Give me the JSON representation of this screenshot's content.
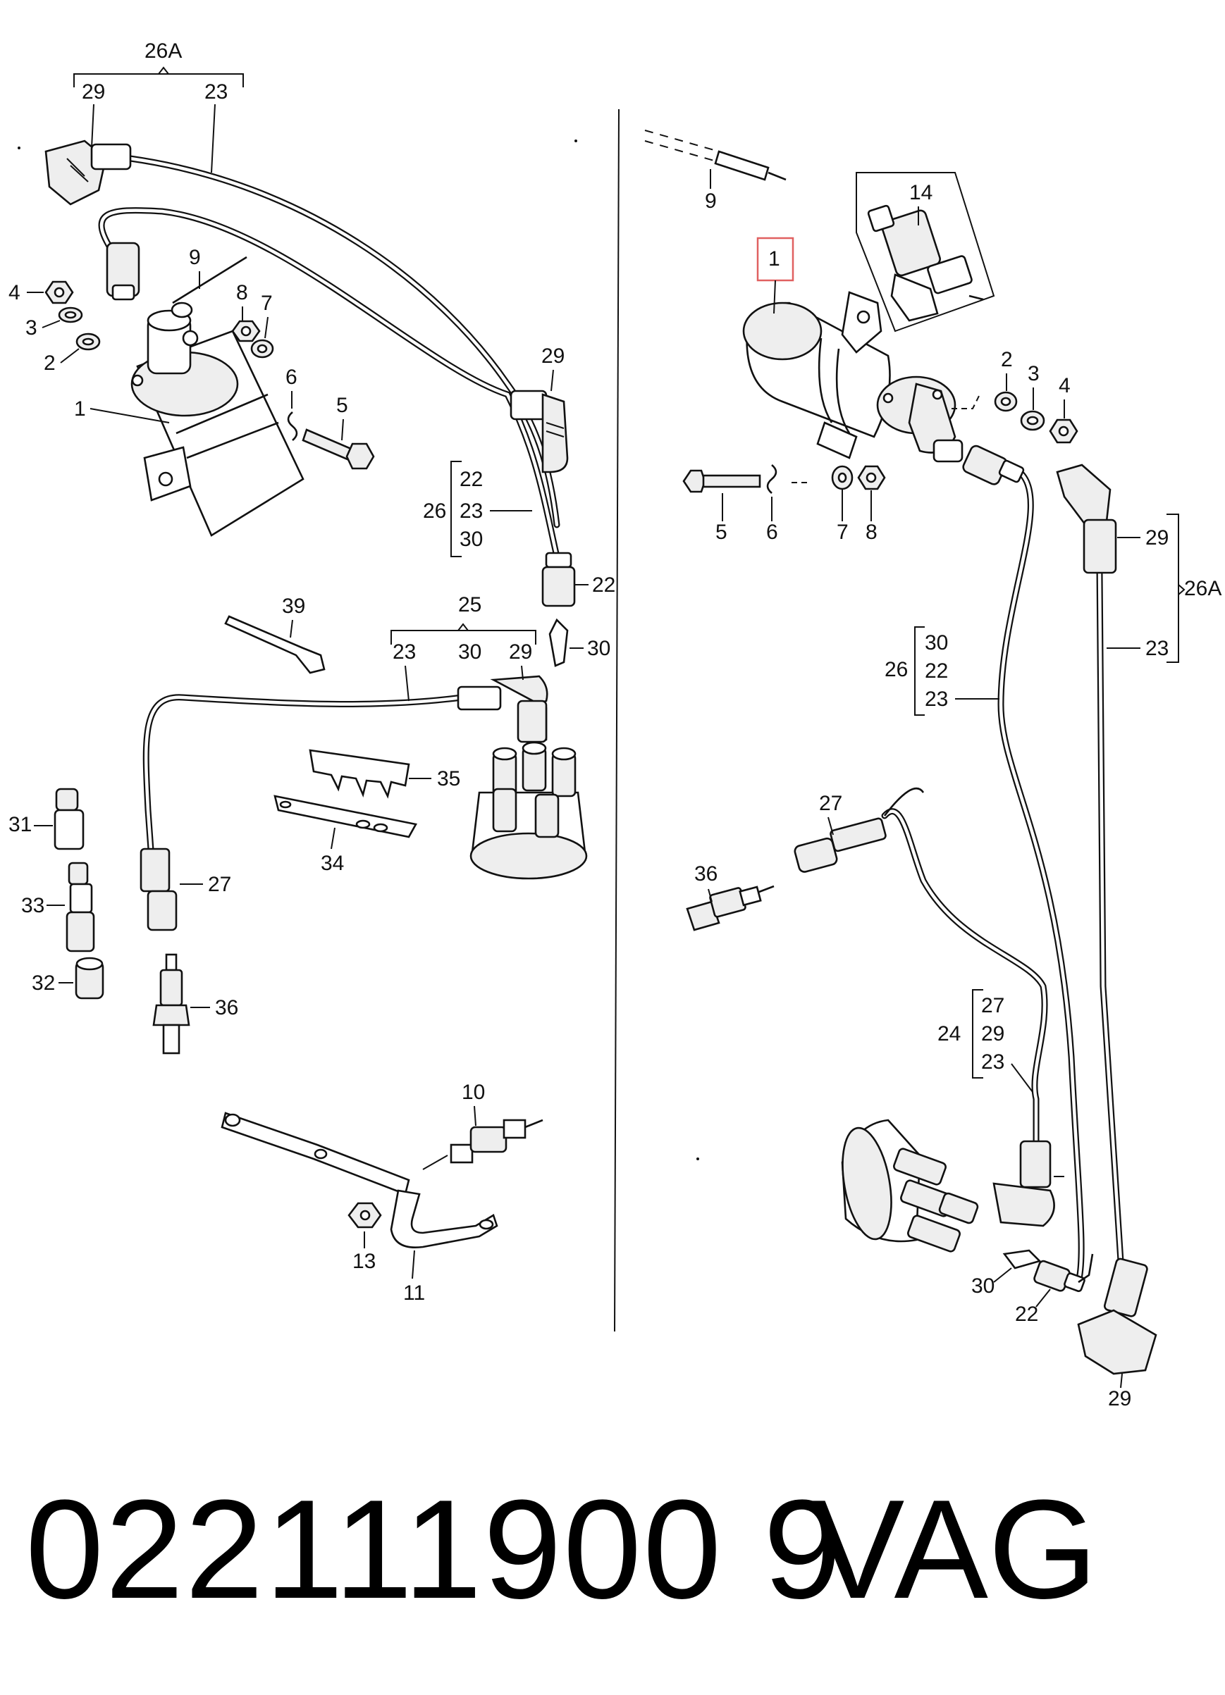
{
  "labels": {
    "set_26a": "26A",
    "set_26": "26",
    "set_25": "25",
    "set_24": "24",
    "p1": "1",
    "p2": "2",
    "p3": "3",
    "p4": "4",
    "p5": "5",
    "p6": "6",
    "p7": "7",
    "p8": "8",
    "p9": "9",
    "p10": "10",
    "p11": "11",
    "p13": "13",
    "p14": "14",
    "p22": "22",
    "p23": "23",
    "p27": "27",
    "p29": "29",
    "p30": "30",
    "p31": "31",
    "p32": "32",
    "p33": "33",
    "p34": "34",
    "p35": "35",
    "p36": "36",
    "p39": "39"
  },
  "footer": {
    "part_number": "022111900 9",
    "brand": "VAG"
  },
  "highlight": {
    "color": "#e06060"
  }
}
